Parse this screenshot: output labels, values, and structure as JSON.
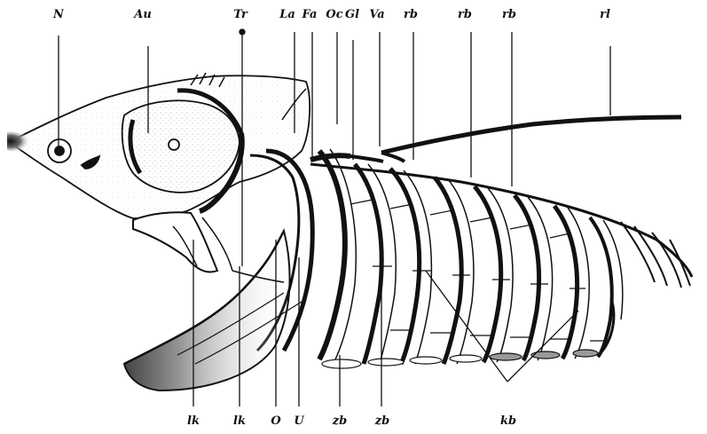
{
  "labels": {
    "top": {
      "N": "N",
      "Au": "Au",
      "Tr": "Tr",
      "La": "La",
      "Fa": "Fa",
      "Oc": "Oc",
      "Gl": "Gl",
      "Va": "Va",
      "rb_1": "rb",
      "rb_2": "rb",
      "rb_3": "rb",
      "rl": "rl"
    },
    "bottom": {
      "lk_1": "lk",
      "lk_2": "lk",
      "O": "O",
      "U": "U",
      "zb_1": "zb",
      "zb_2": "zb",
      "kb": "kb"
    }
  },
  "colors": {
    "ink": "#111111",
    "paper": "#ffffff",
    "stipple": "#555555"
  }
}
